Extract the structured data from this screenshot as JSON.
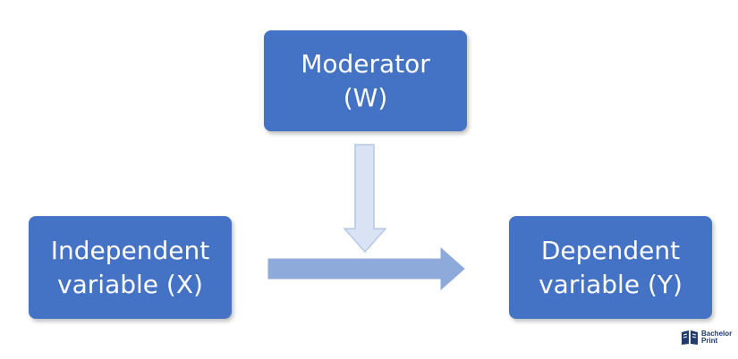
{
  "diagram": {
    "moderator": {
      "line1": "Moderator",
      "line2": "(W)"
    },
    "independent": {
      "line1": "Independent",
      "line2": "variable (X)"
    },
    "dependent": {
      "line1": "Dependent",
      "line2": "variable (Y)"
    }
  },
  "logo": {
    "line1": "Bachelor",
    "line2": "Print"
  },
  "colors": {
    "box": "#4472c4",
    "horizontal_arrow": "#8eaadb",
    "vertical_arrow": "#dae3f3"
  }
}
